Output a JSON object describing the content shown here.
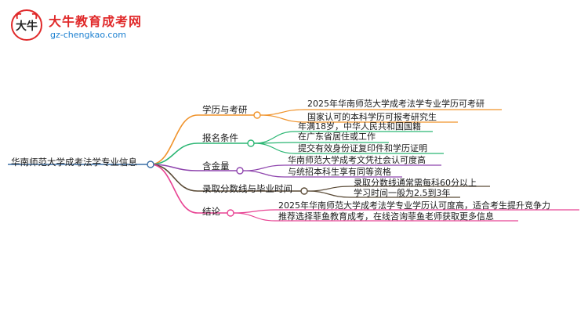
{
  "logo": {
    "name": "大牛教育成考网",
    "url": "gz-chengkao.com",
    "mark_text": "大牛"
  },
  "mindmap": {
    "root": "华南师范大学成考法学专业信息",
    "branches": [
      {
        "label": "学历与考研",
        "color": "#f0932b",
        "children": [
          "2025年华南师范大学成考法学专业学历可考研",
          "国家认可的本科学历可报考研究生"
        ]
      },
      {
        "label": "报名条件",
        "color": "#2bb673",
        "children": [
          "年满18岁，中华人民共和国国籍",
          "在广东省居住或工作",
          "提交有效身份证复印件和学历证明"
        ]
      },
      {
        "label": "含金量",
        "color": "#8e44ad",
        "children": [
          "华南师范大学成考文凭社会认可度高",
          "与统招本科生享有同等资格"
        ]
      },
      {
        "label": "录取分数线与毕业时间",
        "color": "#5a4a36",
        "children": [
          "录取分数线通常需每科60分以上",
          "学习时间一般为2.5到3年"
        ]
      },
      {
        "label": "结论",
        "color": "#e84393",
        "children": [
          "2025年华南师范大学成考法学专业学历认可度高，适合考生提升竞争力",
          "推荐选择菲鱼教育成考，在线咨询菲鱼老师获取更多信息"
        ]
      }
    ]
  }
}
